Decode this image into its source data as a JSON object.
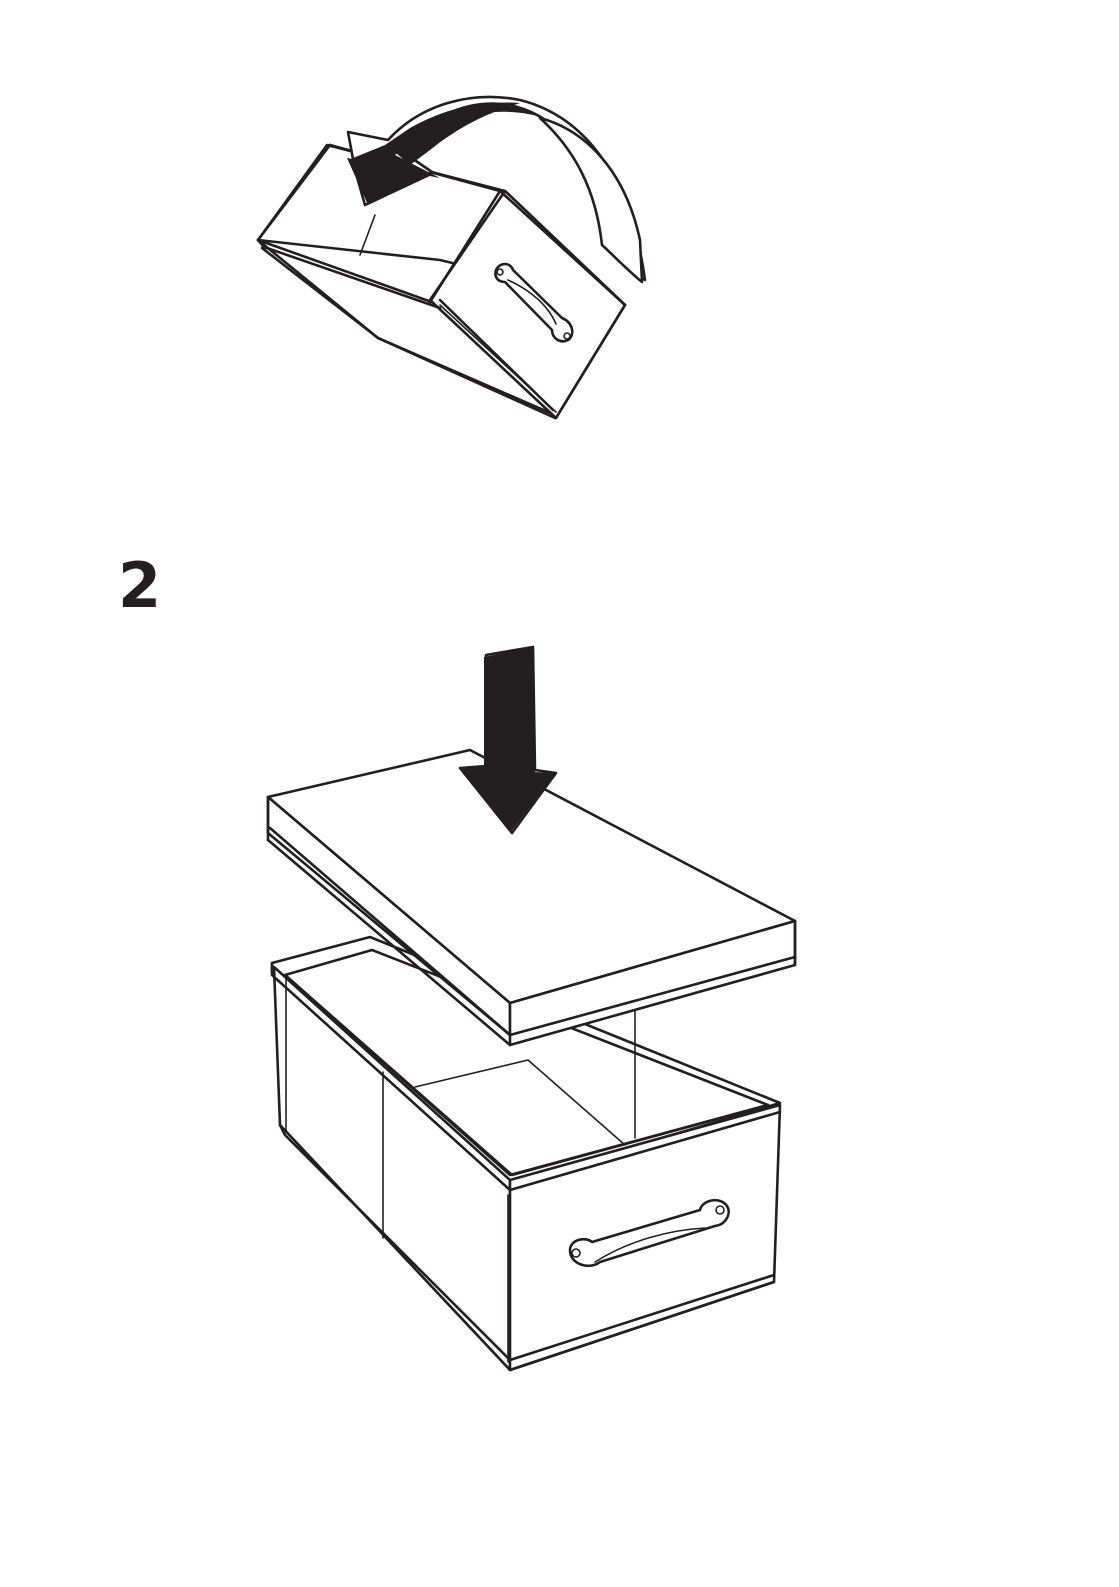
{
  "step": {
    "number": "2"
  },
  "figures": {
    "flip_lid": {
      "arrow_direction": "curved-counterclockwise"
    },
    "place_lid": {
      "arrow_direction": "down"
    }
  },
  "colors": {
    "ink": "#231f20",
    "paper": "#ffffff"
  }
}
